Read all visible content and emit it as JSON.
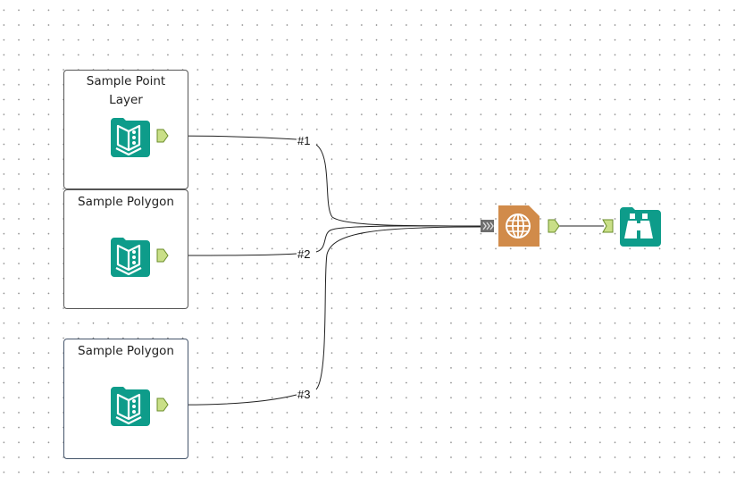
{
  "workflow": {
    "inputs": [
      {
        "label": "Sample Point Layer",
        "tool": "input-data-tool"
      },
      {
        "label": "Sample Polygon",
        "tool": "input-data-tool"
      },
      {
        "label": "Sample Polygon",
        "tool": "input-data-tool"
      }
    ],
    "connections": [
      {
        "label": "#1"
      },
      {
        "label": "#2"
      },
      {
        "label": "#3"
      }
    ],
    "spatial_tool": {
      "name": "spatial-tool",
      "icon": "globe-icon",
      "color": "#d18b4a"
    },
    "browse_tool": {
      "name": "browse-tool",
      "icon": "binoculars-icon",
      "color": "#0e9c8a"
    },
    "colors": {
      "tool_teal": "#0e9c8a",
      "anchor_green": "#c9df87",
      "anchor_border": "#6a8c2a",
      "wire": "#222222"
    }
  }
}
